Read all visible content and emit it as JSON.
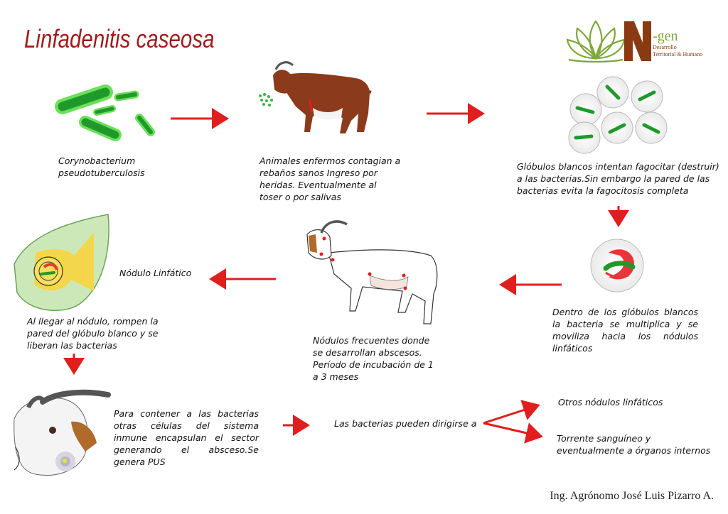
{
  "title": "Linfadenitis caseosa",
  "logo": {
    "letter": "N",
    "suffix": "-gen",
    "line1": "Desarrollo",
    "line2": "Territorial & Humano",
    "colors": {
      "leaf": "#7ea83a",
      "letter": "#8a3a12"
    }
  },
  "captions": {
    "bacterium": [
      "Corynobacterium",
      "pseudotuberculosis"
    ],
    "contagion": "Animales enfermos contagian a rebaños sanos Ingreso por heridas. Eventualmente al toser o por salivas",
    "phagocytosis": "Glóbulos blancos intentan fagocitar (destruir) a las bacterias.Sin embargo la pared de las bacterias evita la fagocitosis completa",
    "multiply": "Dentro de los glóbulos blancos la bacteria se multiplica y se moviliza hacia los nódulos linfáticos",
    "frequent_nodes": "Nódulos frecuentes donde se desarrollan abscesos. Período de incubación de 1 a 3 meses",
    "node_label": "Nódulo Linfático",
    "rupture": "Al llegar al nódulo, rompen la pared del glóbulo blanco y se liberan las bacterias",
    "abscess": "Para contener a las bacterias otras células del sistema inmune encapsulan el sector generando el absceso.Se genera PUS",
    "spread": "Las bacterias pueden dirigirse a",
    "other_nodes": "Otros nódulos linfáticos",
    "bloodstream": "Torrente sanguíneo y eventualmente a órganos internos"
  },
  "author": "Ing. Agrónomo José Luis Pizarro A.",
  "colors": {
    "arrow": "#e01e1e",
    "bacteria": "#1f9a2a",
    "cell": "#f2f2f2"
  }
}
